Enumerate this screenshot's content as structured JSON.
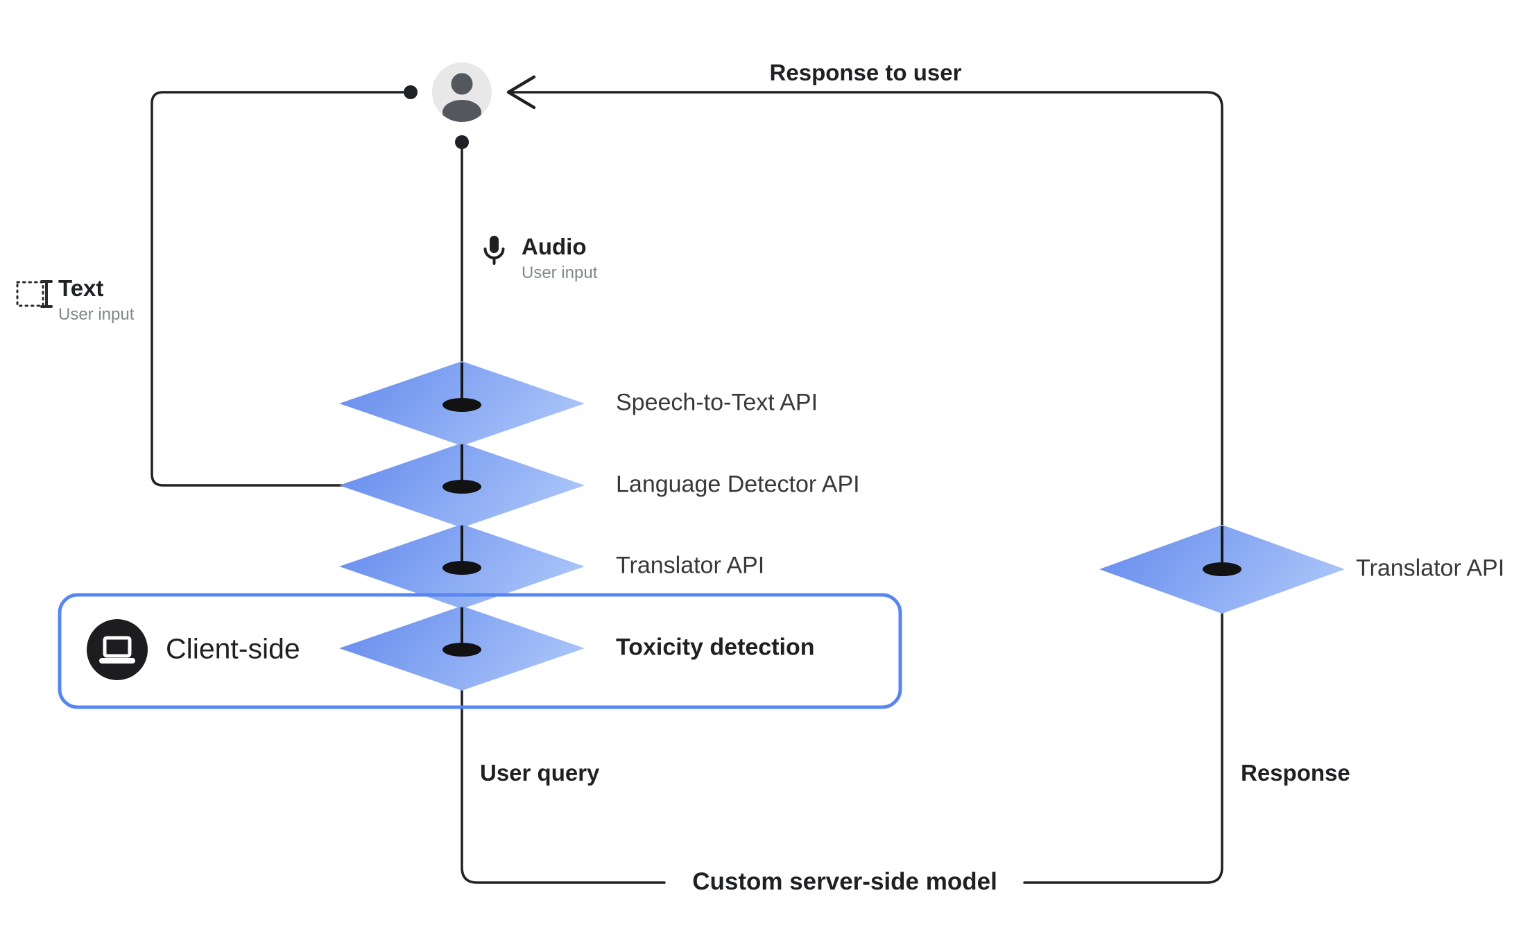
{
  "title": "Client-side translation pipeline diagram",
  "colors": {
    "accent_blue": "#5886f0",
    "line_color": "#202124",
    "text_primary": "#1f2023",
    "text_secondary": "#36383b",
    "text_muted": "#82878b",
    "diamond_start": "#6a8fee",
    "diamond_end": "#abc6f9",
    "dot_color": "#121212",
    "avatar_bg": "#e8e8e9",
    "avatar_fg": "#54575b",
    "badge_bg": "#1d1d1f"
  },
  "nodes": {
    "response_to_user": "Response to user",
    "text_input": {
      "title": "Text",
      "subtitle": "User input",
      "icon": "text-cursor-icon"
    },
    "audio_input": {
      "title": "Audio",
      "subtitle": "User input",
      "icon": "microphone-icon"
    },
    "pipeline": [
      {
        "label": "Speech-to-Text API"
      },
      {
        "label": "Language Detector API"
      },
      {
        "label": "Translator API"
      },
      {
        "label": "Toxicity detection"
      }
    ],
    "client_side": {
      "label": "Client-side",
      "icon": "laptop-icon"
    },
    "server_translator": {
      "label": "Translator API"
    },
    "user_query": "User query",
    "response": "Response",
    "server_model": "Custom server-side model",
    "user": {
      "icon": "user-avatar-icon"
    }
  }
}
